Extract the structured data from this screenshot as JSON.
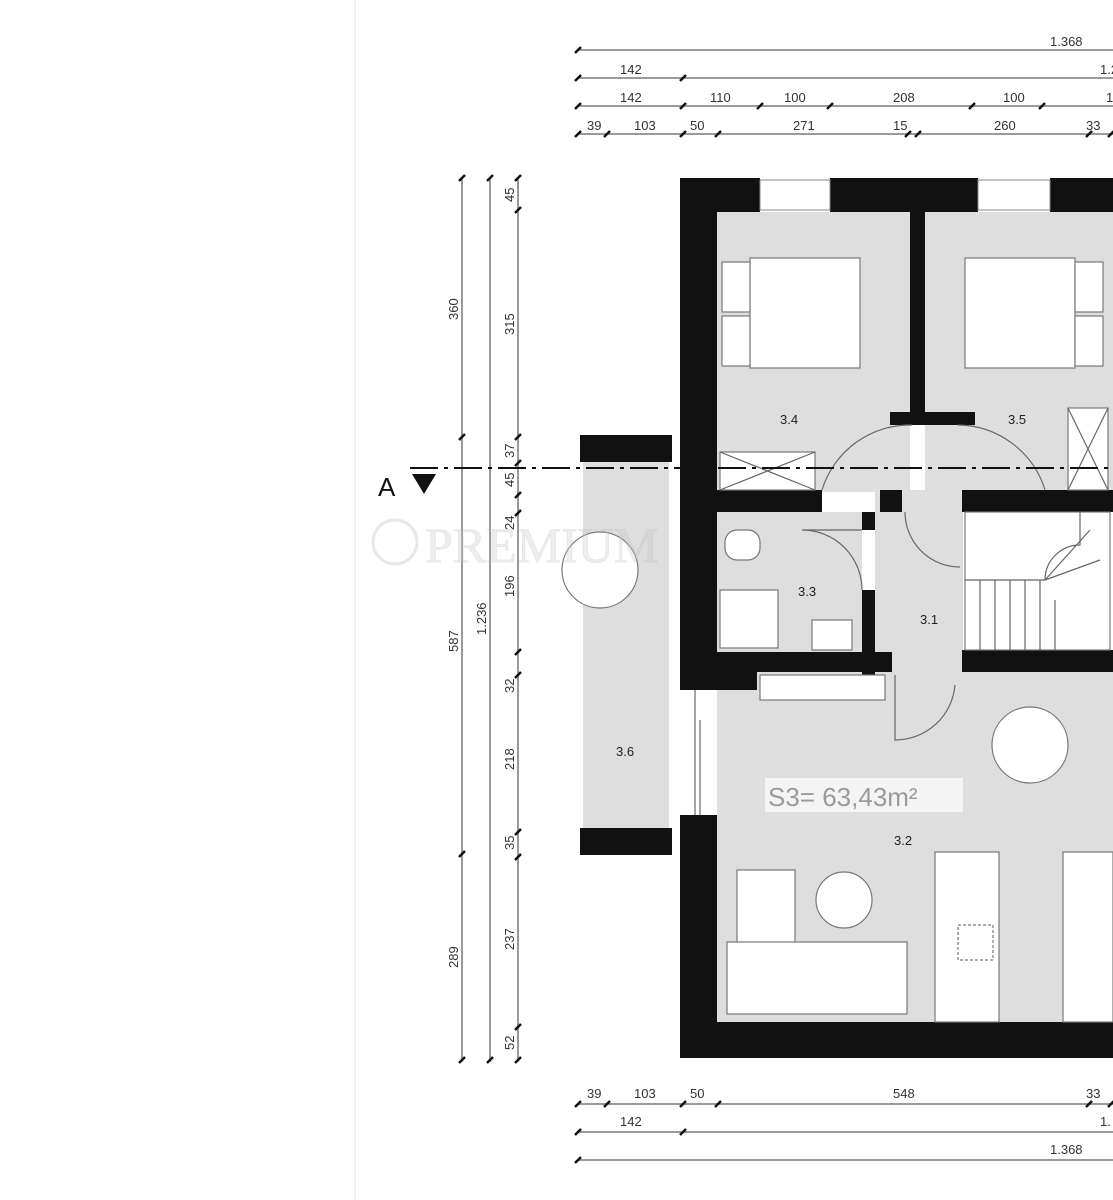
{
  "watermark": "PREMIUM",
  "section_marker": "A",
  "area_label": "S3= 63,43m²",
  "rooms": {
    "r31": "3.1",
    "r32": "3.2",
    "r33": "3.3",
    "r34": "3.4",
    "r35": "3.5",
    "r36": "3.6"
  },
  "dims_top": {
    "row1": [
      "1.368"
    ],
    "row2": [
      "142",
      "1.2"
    ],
    "row3": [
      "142",
      "110",
      "100",
      "208",
      "100",
      "1"
    ],
    "row4": [
      "39",
      "103",
      "50",
      "271",
      "15",
      "260",
      "33"
    ]
  },
  "dims_bottom": {
    "row1": [
      "39",
      "103",
      "50",
      "548",
      "33"
    ],
    "row2": [
      "142",
      "1."
    ],
    "row3": [
      "1.368"
    ]
  },
  "dims_left": {
    "outer": [
      "360",
      "587",
      "289"
    ],
    "total": [
      "1.236"
    ],
    "inner": [
      "45",
      "315",
      "37",
      "45",
      "24",
      "196",
      "32",
      "218",
      "35",
      "237",
      "52"
    ]
  }
}
